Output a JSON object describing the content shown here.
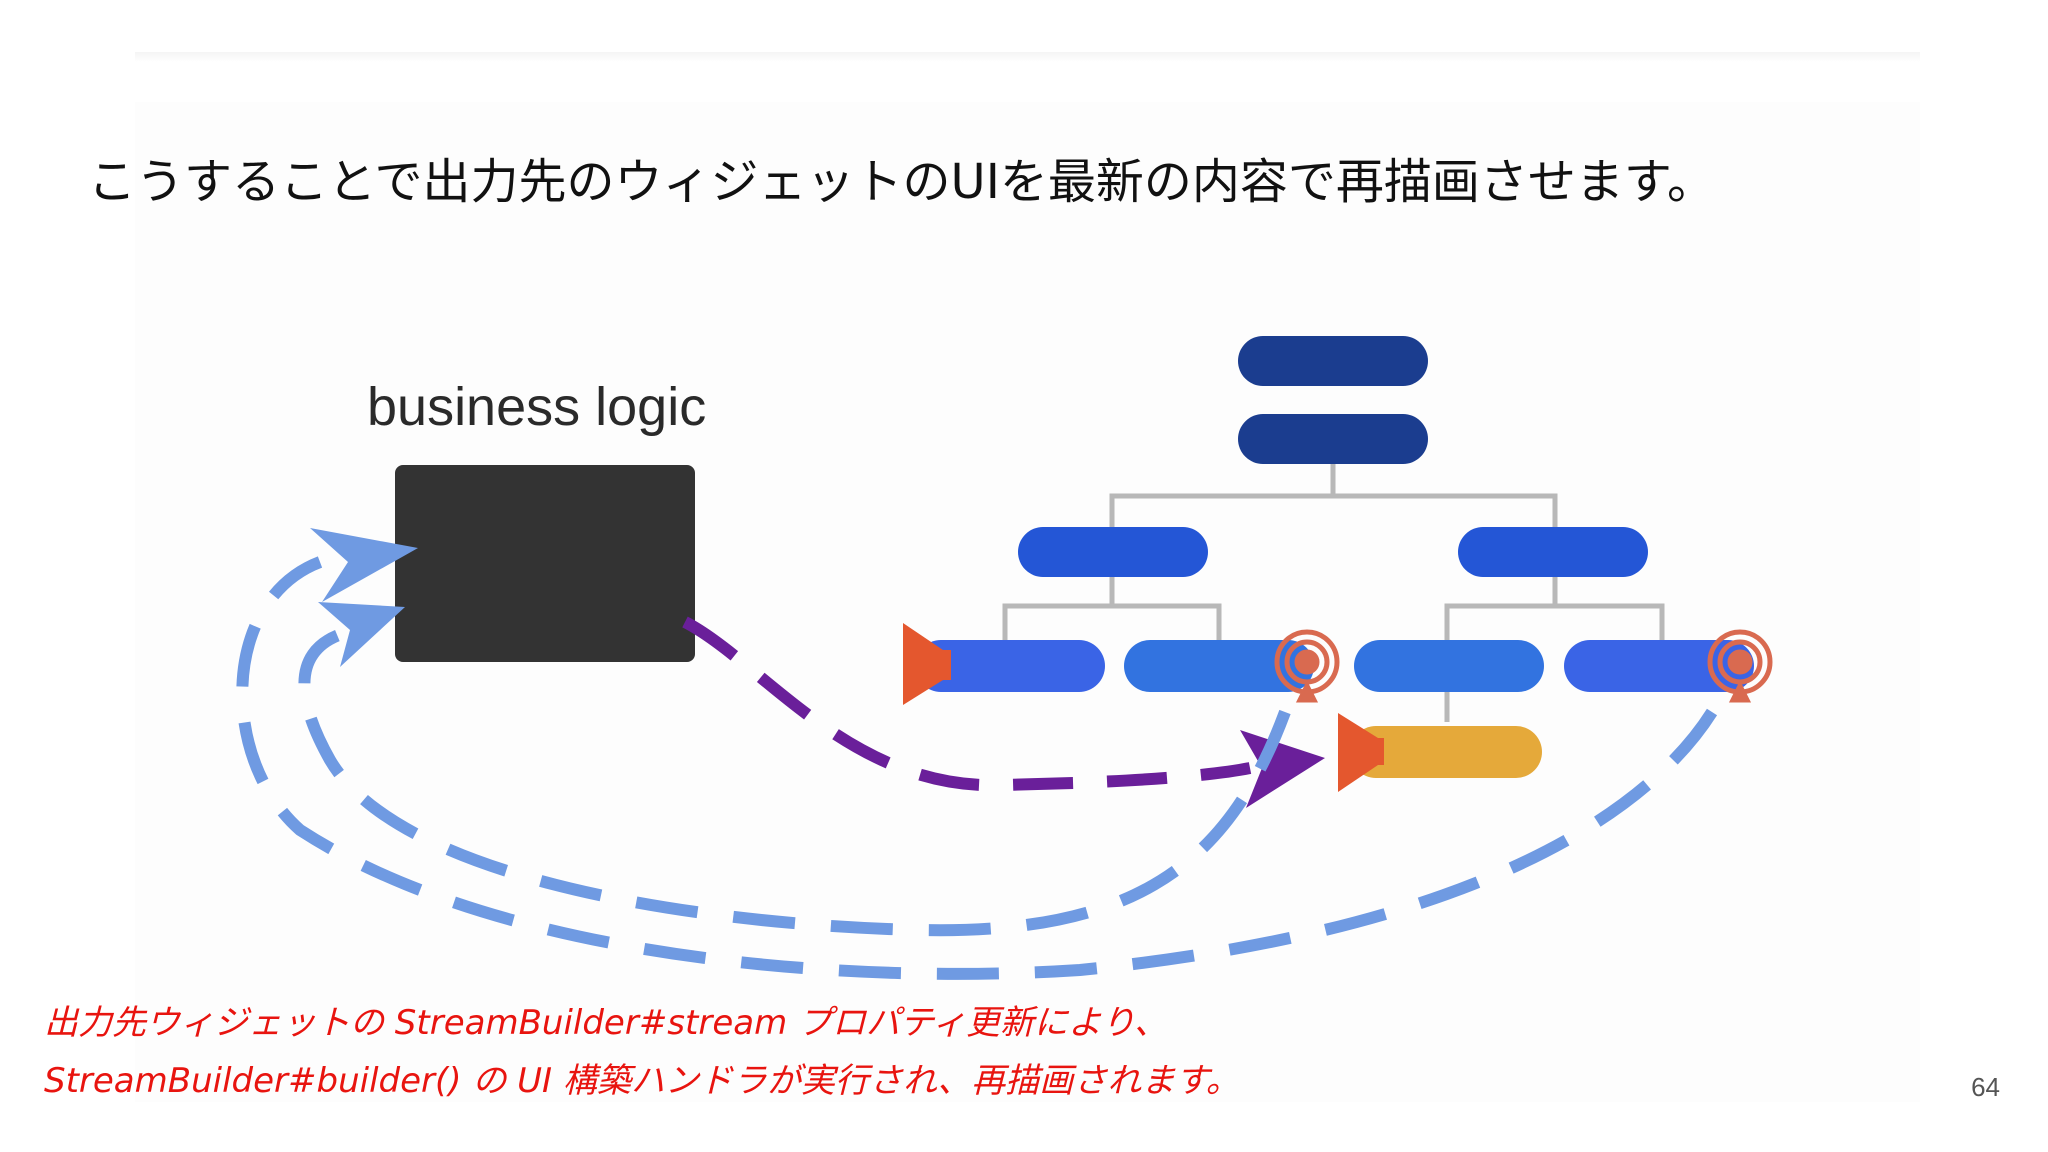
{
  "slide": {
    "title": "こうすることで出力先のウィジェットのUIを最新の内容で再描画させます。",
    "page_number": "64"
  },
  "diagram": {
    "business_logic_label": "business logic",
    "colors": {
      "root_node": "#1b3d8f",
      "mid_node": "#2456d6",
      "leaf_node": "#3a64e6",
      "target_node": "#e5a93a",
      "connector": "#b8b8b8",
      "logic_box": "#333333",
      "sink": "#e4572e",
      "antenna": "#d96a50",
      "purple_arrow": "#6a1f9a",
      "blue_arrow": "#6f9ae2"
    }
  },
  "caption": {
    "line1": "出力先ウィジェットの StreamBuilder#stream プロパティ更新により、",
    "line2": "StreamBuilder#builder() の UI 構築ハンドラが実行され、再描画されます。"
  }
}
